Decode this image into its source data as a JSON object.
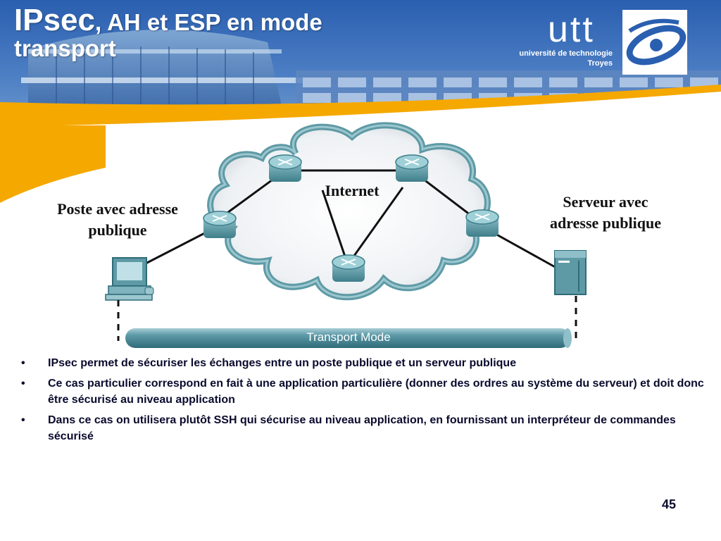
{
  "slide": {
    "title_part1": "IPsec",
    "title_part2": ", AH et ESP en mode",
    "title_line2": "transport",
    "page_number": "45"
  },
  "logo": {
    "name": "utt",
    "subtitle_line1": "université de technologie",
    "subtitle_line2": "Troyes"
  },
  "diagram": {
    "internet_label": "Internet",
    "client_label_line1": "Poste avec adresse",
    "client_label_line2": "publique",
    "server_label_line1": "Serveur avec",
    "server_label_line2": "adresse publique",
    "tunnel_label": "Transport Mode"
  },
  "bullets": [
    {
      "mark": "•",
      "text": "IPsec permet de sécuriser les échanges entre un poste publique et un serveur publique"
    },
    {
      "mark": "•",
      "text": "Ce cas particulier correspond en fait à une application particulière (donner des ordres au système du serveur) et doit donc être sécurisé au niveau application"
    },
    {
      "mark": "•",
      "text": "Dans ce cas on utilisera plutôt SSH qui sécurise au niveau application, en fournissant un interpréteur de commandes sécurisé"
    }
  ],
  "colors": {
    "header_blue": "#1d4e9e",
    "accent_orange": "#f5a800",
    "router_teal": "#5e9aa5",
    "tunnel_teal": "#4a8b99",
    "text_navy": "#0a0a2e"
  }
}
